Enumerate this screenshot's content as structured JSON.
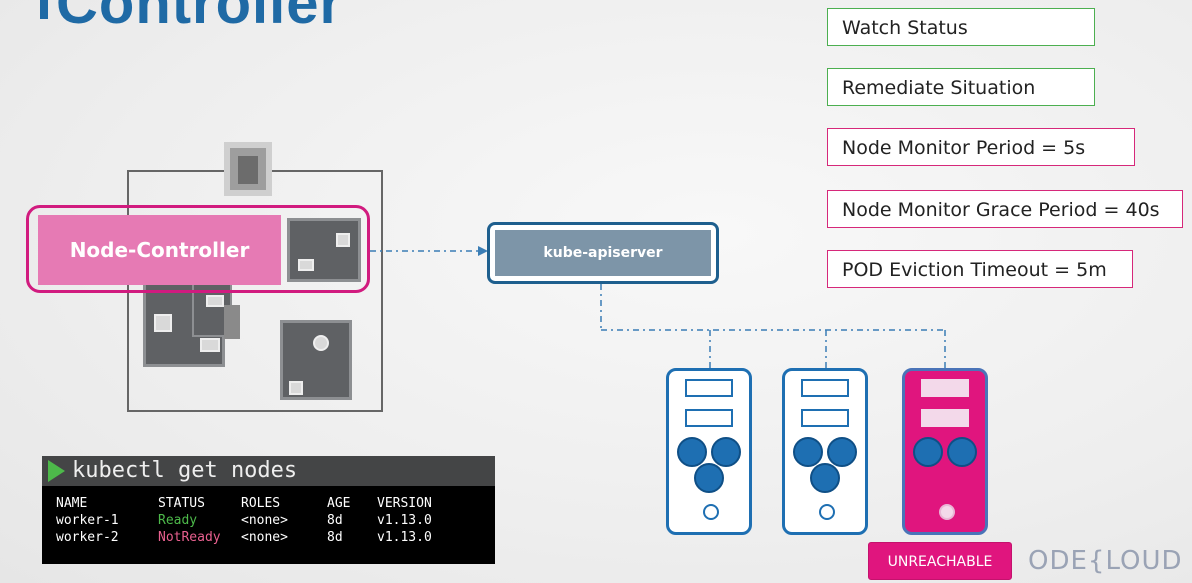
{
  "title": "Controller",
  "notes": [
    {
      "text": "Watch Status",
      "style": "green"
    },
    {
      "text": "Remediate Situation",
      "style": "green"
    },
    {
      "text": "Node Monitor Period = 5s",
      "style": "pink"
    },
    {
      "text": "Node Monitor Grace Period = 40s",
      "style": "pink"
    },
    {
      "text": "POD Eviction Timeout = 5m",
      "style": "pink"
    }
  ],
  "node_controller": {
    "label": "Node-Controller"
  },
  "api": {
    "label": "kube-apiserver"
  },
  "terminal": {
    "command": "kubectl get nodes",
    "headers": [
      "NAME",
      "STATUS",
      "ROLES",
      "AGE",
      "VERSION"
    ],
    "rows": [
      [
        "worker-1",
        "Ready",
        "<none>",
        "8d",
        "v1.13.0"
      ],
      [
        "worker-2",
        "NotReady",
        "<none>",
        "8d",
        "v1.13.0"
      ]
    ]
  },
  "unreachable_label": "UNREACHABLE",
  "logo": "ODE{LOUD",
  "colors": {
    "accent_pink": "#e0157e",
    "kube_blue": "#1e6fb2",
    "ready_green": "#4db94a",
    "notready_pink": "#e8608f"
  }
}
